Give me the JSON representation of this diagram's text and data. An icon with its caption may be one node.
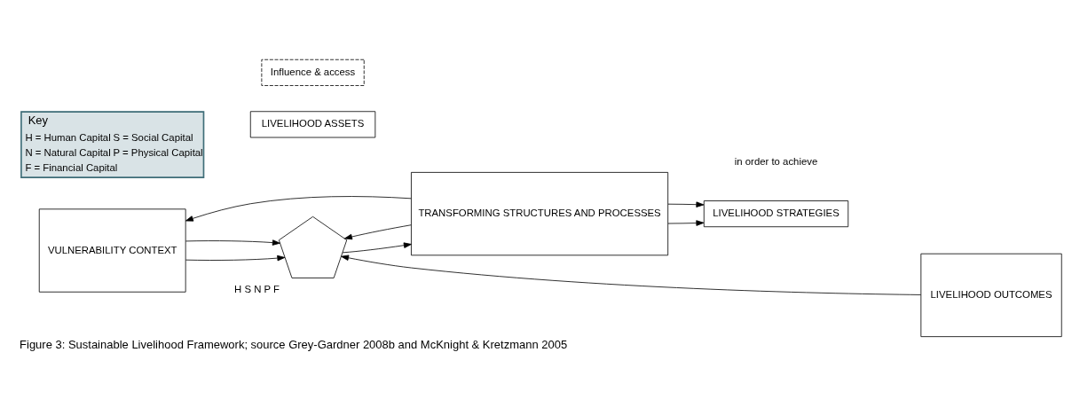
{
  "diagram": {
    "caption": "Figure 3: Sustainable Livelihood Framework; source Grey-Gardner 2008b and McKnight & Kretzmann 2005",
    "nodes": [
      {
        "text": [
          "VULNERABILITY CONTEXT"
        ]
      },
      {
        "text": [
          "LIVELIHOOD ASSETS"
        ]
      },
      {
        "text": [],
        "shape": "pentagon",
        "beside": [
          "H",
          "S",
          "N",
          "P",
          "F"
        ]
      },
      {
        "text": [
          "Influence & access"
        ]
      },
      {
        "text": [
          "TRANSFORMING STRUCTURES AND PROCESSES"
        ]
      },
      {
        "text": [
          "LIVELIHOOD STRATEGIES"
        ]
      },
      {
        "text": [
          "LIVELIHOOD OUTCOMES"
        ]
      }
    ],
    "edges": [
      {
        "from": 4,
        "to": 0,
        "arrow": "to"
      },
      {
        "from": 0,
        "to": 2,
        "arrow": "to"
      },
      {
        "from": 0,
        "to": 2,
        "arrow": "to"
      },
      {
        "from": 2,
        "to": 4,
        "arrow": "to"
      },
      {
        "from": 4,
        "to": 2,
        "arrow": "to"
      },
      {
        "from": 4,
        "to": 5,
        "arrow": "to"
      },
      {
        "from": 4,
        "to": 5,
        "arrow": "to"
      },
      {
        "from": 6,
        "to": 2,
        "arrow": "to"
      }
    ],
    "labels": [
      "Key",
      "H = Human Capital",
      "S = Social Capital",
      "N = Natural Capital",
      "P = Physical Capital",
      "F = Financial Capital",
      "in order to achieve"
    ]
  }
}
